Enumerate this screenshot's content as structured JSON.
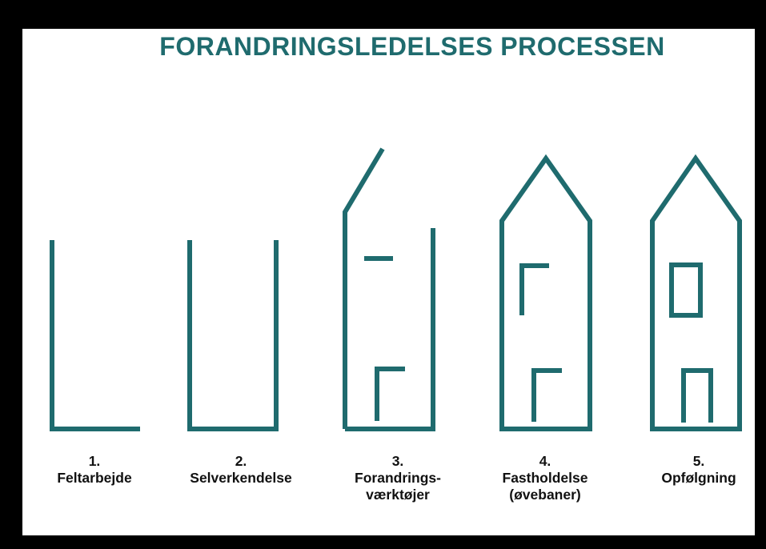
{
  "title": "FORANDRINGSLEDELSES PROCESSEN",
  "colors": {
    "title": "#1f6b6e",
    "lines": "#1f6b6e",
    "frame": "#000000",
    "text": "#111111"
  },
  "steps": [
    {
      "number": "1.",
      "lines": [
        "Feltarbejde"
      ]
    },
    {
      "number": "2.",
      "lines": [
        "Selverkendelse"
      ]
    },
    {
      "number": "3.",
      "lines": [
        "Forandrings-",
        "værktøjer"
      ]
    },
    {
      "number": "4.",
      "lines": [
        "Fastholdelse",
        "(øvebaner)"
      ]
    },
    {
      "number": "5.",
      "lines": [
        "Opfølgning"
      ]
    }
  ]
}
